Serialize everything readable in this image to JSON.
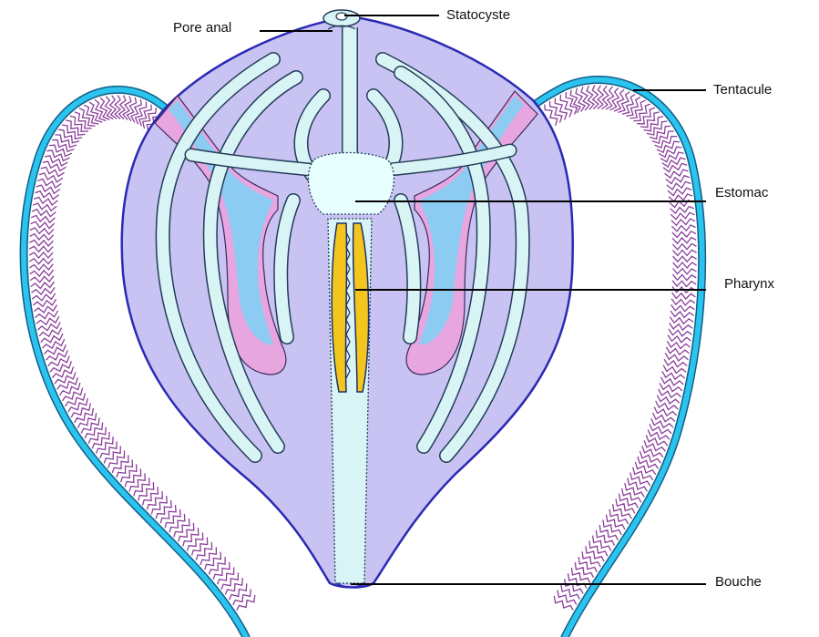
{
  "labels": {
    "statocyste": "Statocyste",
    "pore_anal": "Pore anal",
    "tentacule": "Tentacule",
    "estomac": "Estomac",
    "pharynx": "Pharynx",
    "bouche": "Bouche"
  },
  "colors": {
    "body_fill": "#C9C3F3",
    "body_outline": "#2A2AB4",
    "canal_fill": "#D8F4F4",
    "canal_dots": "#233C5A",
    "stomach_fill": "#E8FFFF",
    "pharynx_fill": "#F3C51D",
    "pharynx_outline": "#1E2E6E",
    "gonad_pink": "#E8A6E0",
    "gonad_blue": "#8CCBF2",
    "tentacle_blue": "#2AC4EE",
    "tentacle_outline": "#135C86",
    "filament_purple": "#8A3E9A",
    "leader_line": "#000000"
  }
}
